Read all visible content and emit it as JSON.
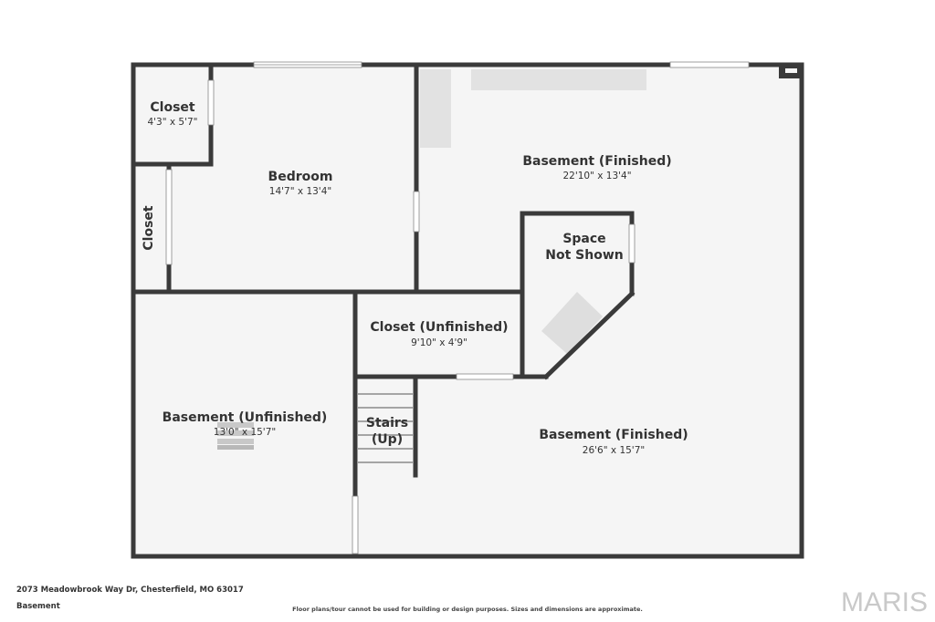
{
  "rooms": {
    "closet_top": {
      "name": "Closet",
      "dims": "4'3\" x 5'7\""
    },
    "bedroom": {
      "name": "Bedroom",
      "dims": "14'7\" x 13'4\""
    },
    "closet_side": {
      "name": "Closet"
    },
    "basement_finished_top": {
      "name": "Basement (Finished)",
      "dims": "22'10\" x 13'4\""
    },
    "space_not_shown": {
      "line1": "Space",
      "line2": "Not Shown"
    },
    "closet_unfinished": {
      "name": "Closet (Unfinished)",
      "dims": "9'10\" x 4'9\""
    },
    "basement_unfinished": {
      "name": "Basement (Unfinished)",
      "dims": "13'0\" x 15'7\""
    },
    "stairs": {
      "line1": "Stairs",
      "line2": "(Up)"
    },
    "basement_finished_bottom": {
      "name": "Basement (Finished)",
      "dims": "26'6\" x 15'7\""
    }
  },
  "footer": {
    "address": "2073 Meadowbrook Way Dr, Chesterfield, MO 63017",
    "level": "Basement",
    "disclaimer": "Floor plans/tour cannot be used for building or design purposes. Sizes and dimensions are approximate.",
    "brand": "MARIS"
  },
  "colors": {
    "wall": "#3a3a3a",
    "floor": "#f5f5f5",
    "fixture": "#e2e2e2"
  }
}
